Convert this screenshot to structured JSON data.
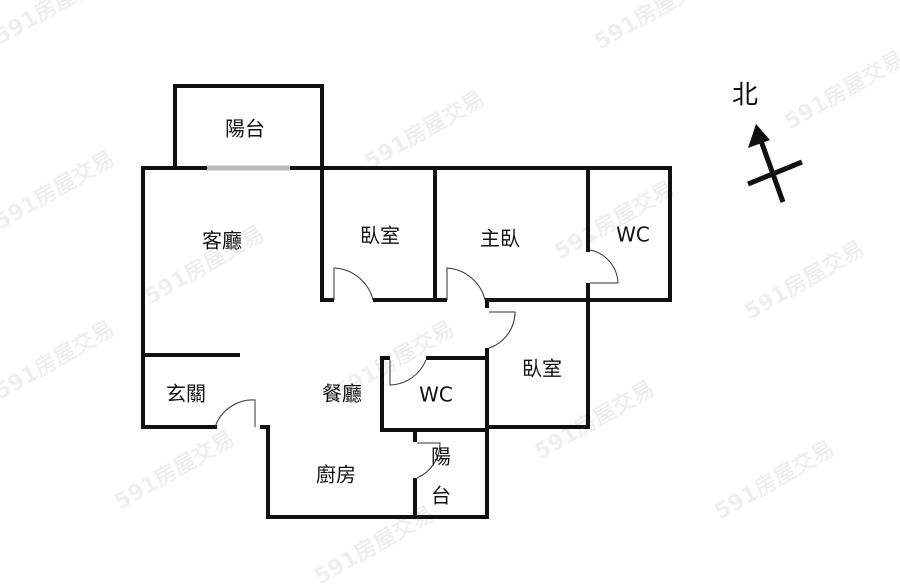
{
  "watermark": "591房屋交易",
  "compass": {
    "north_label": "北"
  },
  "rooms": {
    "balcony_top": "陽台",
    "living_room": "客廳",
    "bedroom_1": "臥室",
    "master_bedroom": "主臥",
    "wc_master": "WC",
    "entrance": "玄關",
    "dining_room": "餐廳",
    "wc_2": "WC",
    "bedroom_2": "臥室",
    "kitchen": "廚房",
    "balcony_small_1": "陽",
    "balcony_small_2": "台"
  }
}
